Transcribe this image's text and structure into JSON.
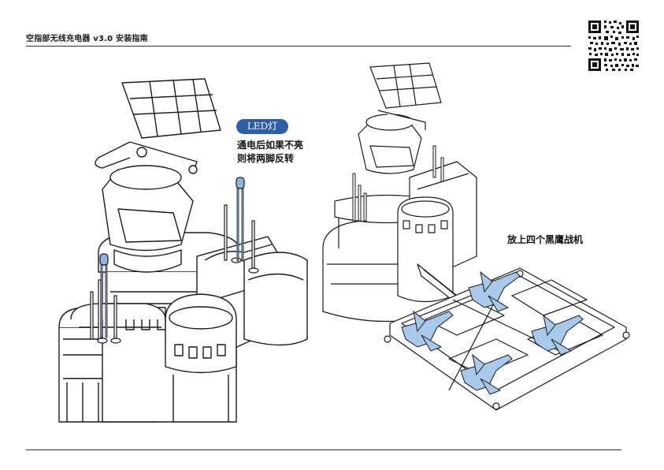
{
  "header": {
    "title": "空指部无线充电器 v3.0 安装指南"
  },
  "left_panel": {
    "led_badge": "LED灯",
    "led_note_line1": "通电后如果不亮",
    "led_note_line2": "则将两脚反转"
  },
  "right_panel": {
    "jets_note": "放上四个黑鹰战机"
  },
  "colors": {
    "accent": "#2f5ea8",
    "led": "#8fb4e0",
    "jet": "#a8c8ec",
    "ink": "#1a1a1a"
  },
  "icons": {
    "qr": "qr-code-icon"
  }
}
